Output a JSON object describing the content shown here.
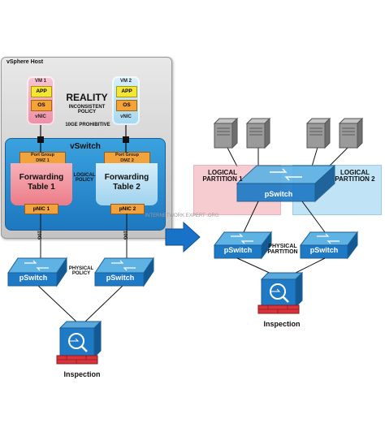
{
  "left": {
    "host_label": "vSphere Host",
    "reality_title": "REALITY",
    "reality_subtitle": "INCONSISTENT\nPOLICY",
    "prohibitive": "10GE PROHIBITIVE",
    "vm1": {
      "name": "VM 1",
      "app": "APP",
      "os": "OS",
      "vnic": "vNIC"
    },
    "vm2": {
      "name": "VM 2",
      "app": "APP",
      "os": "OS",
      "vnic": "vNIC"
    },
    "vswitch_label": "vSwitch",
    "port_group_1": "Port Group\nDMZ 1",
    "port_group_2": "Port Group\nDMZ 2",
    "forwarding_1": "Forwarding\nTable 1",
    "forwarding_2": "Forwarding\nTable 2",
    "logical_policy": "LOGICAL\nPOLICY",
    "pnic_1": "pNIC 1",
    "pnic_2": "pNIC 2",
    "link_1": "10G",
    "link_2": "10G",
    "pswitch_1": "pSwitch",
    "pswitch_2": "pSwitch",
    "physical_policy": "PHYSICAL\nPOLICY",
    "inspection": "Inspection"
  },
  "right": {
    "logical_partition_1": "LOGICAL\nPARTITION 1",
    "logical_partition_2": "LOGICAL\nPARTITION 2",
    "core_switch": "pSwitch",
    "watermark": "INTERNETWORK EXPERT .ORG",
    "pswitch_1": "pSwitch",
    "pswitch_2": "pSwitch",
    "physical_partition": "PHYSICAL\nPARTITION",
    "inspection": "Inspection"
  },
  "colors": {
    "switch_blue": "#1f7ac5",
    "partition_pink": "#f2a4ab",
    "partition_blue": "#8fcdf0",
    "port_orange": "#f2a33c",
    "arrow_blue": "#1873c8"
  },
  "icons": [
    "server-icon",
    "switch-icon",
    "firewall-icon",
    "arrow-right-icon"
  ]
}
